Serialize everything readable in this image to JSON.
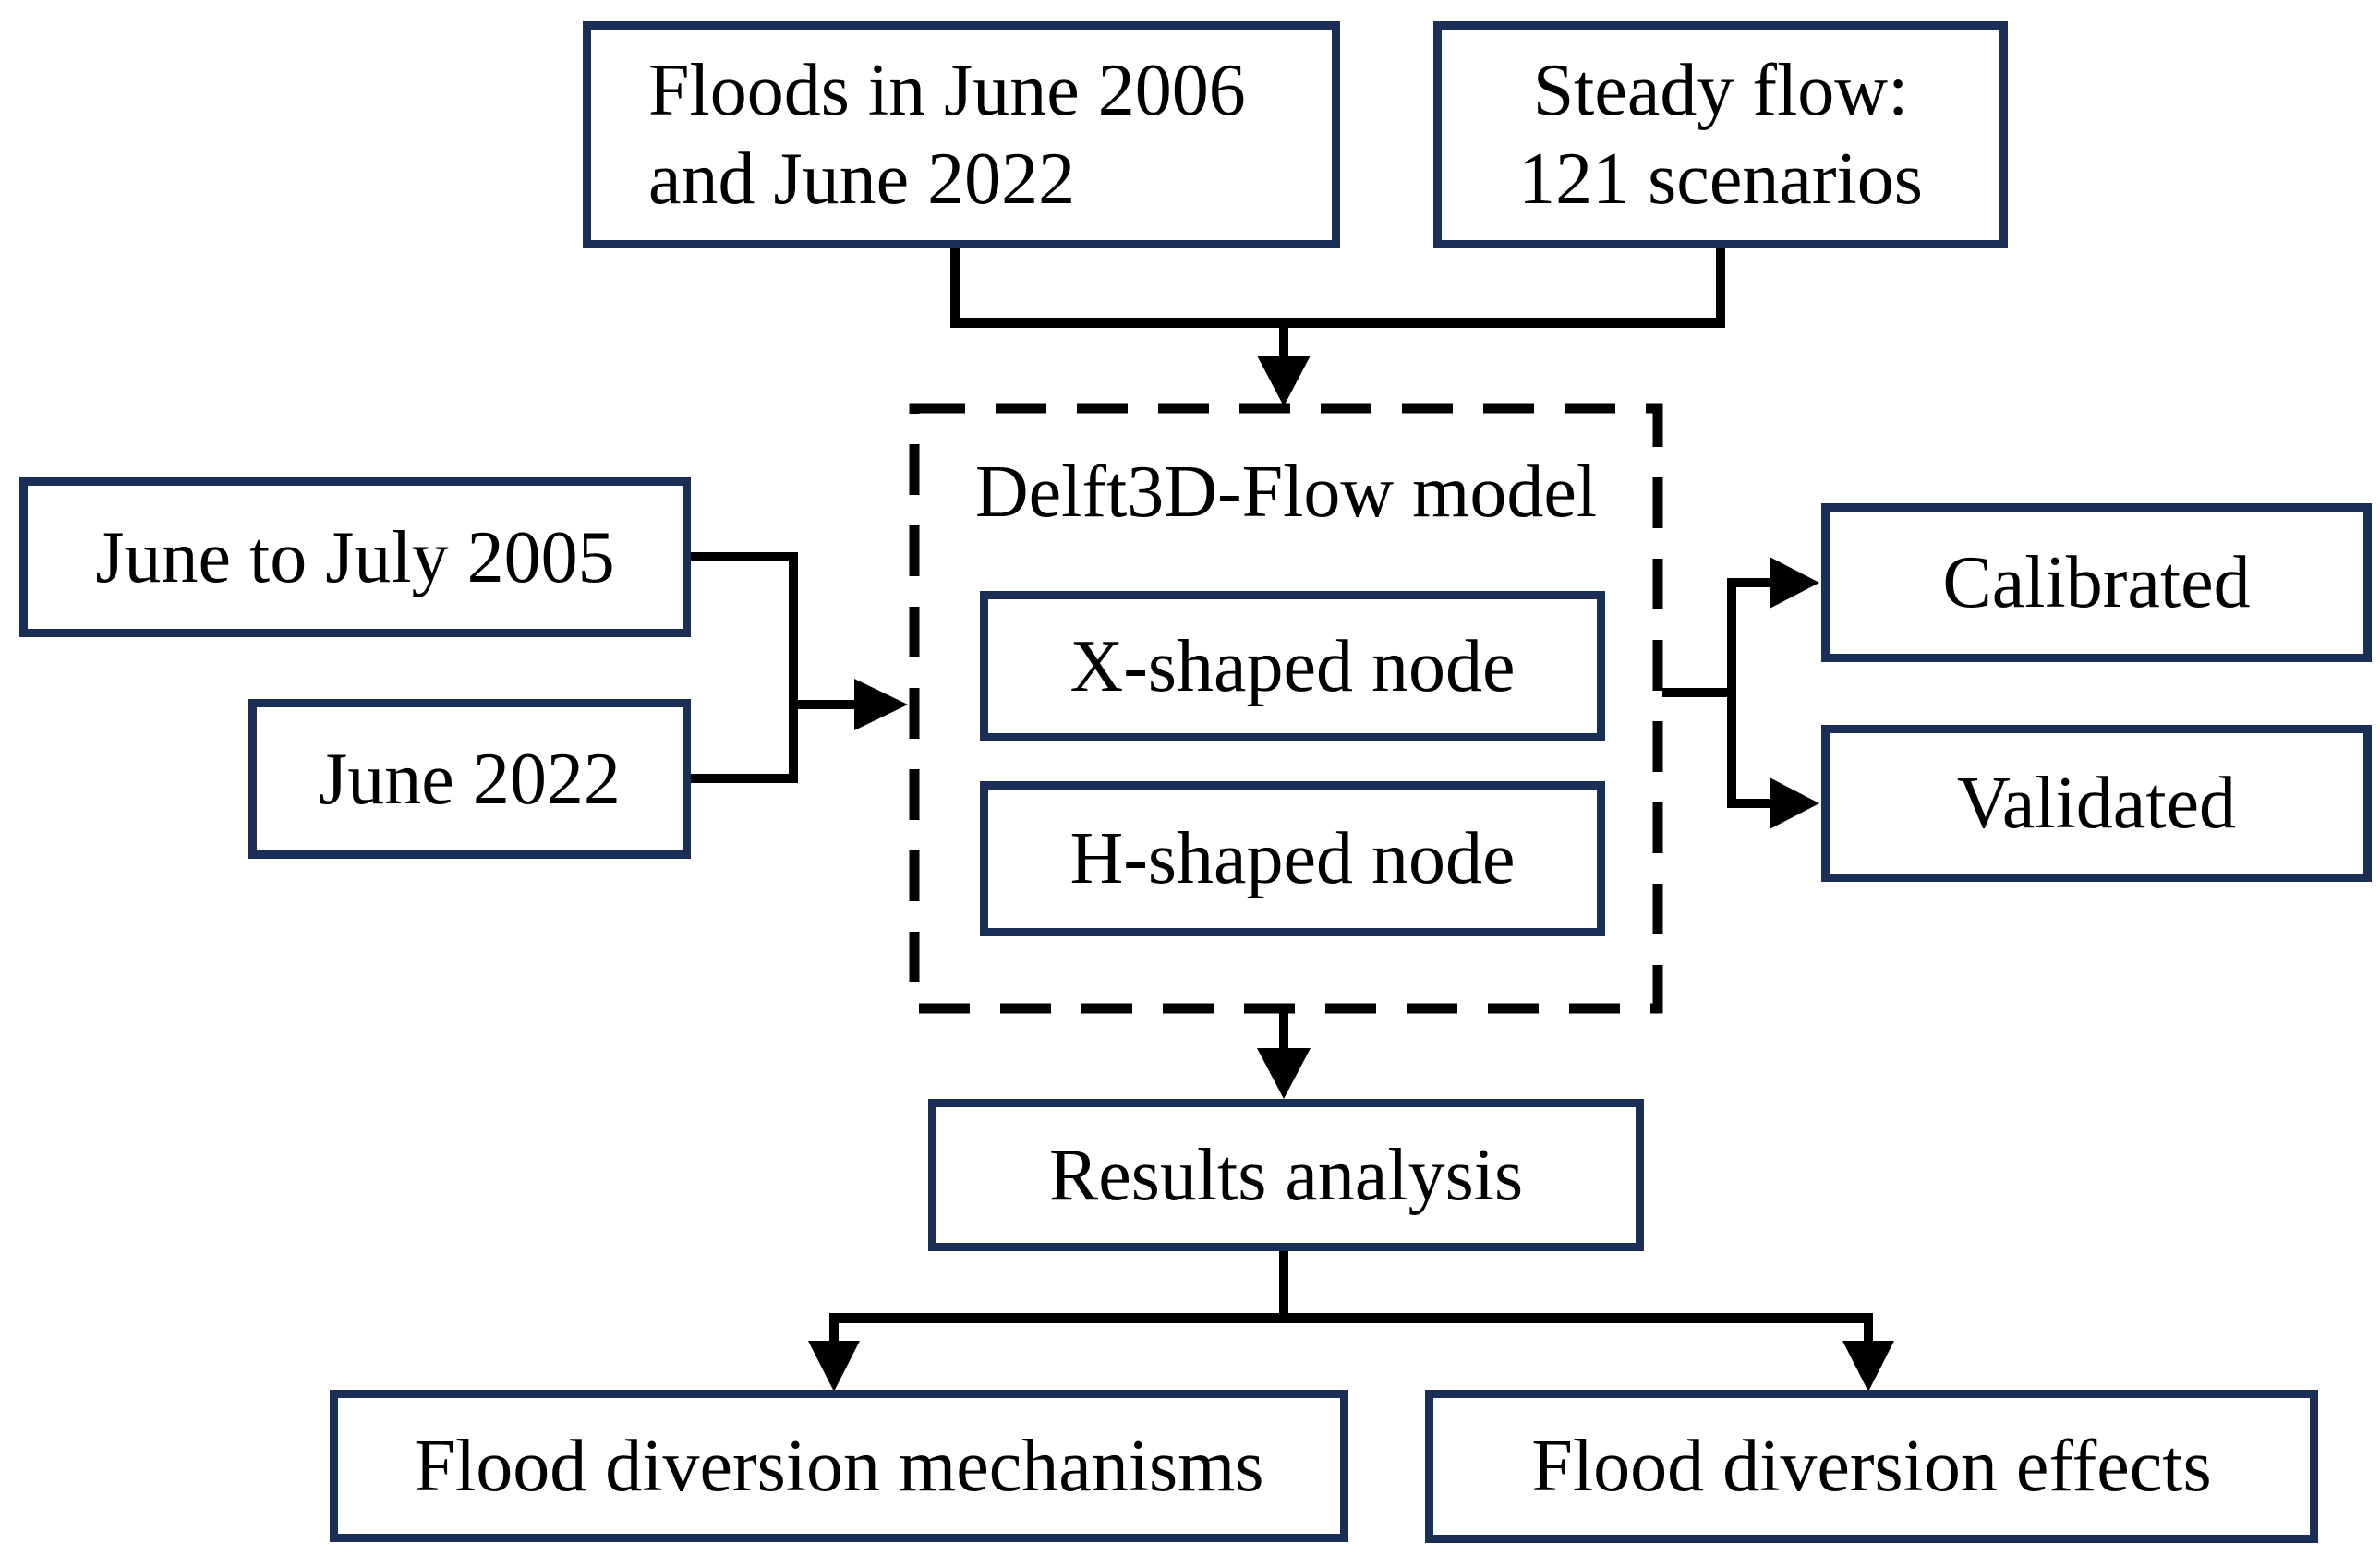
{
  "diagram": {
    "type": "flowchart",
    "inputs_top": {
      "floods": {
        "line1": "Floods in June 2006",
        "line2": "and June 2022"
      },
      "steady_flow": {
        "line1": "Steady flow:",
        "line2": "121 scenarios"
      }
    },
    "calibration_inputs": {
      "june_july_2005": "June to July 2005",
      "june_2022": "June 2022"
    },
    "model": {
      "title": "Delft3D-Flow model",
      "x_node": "X-shaped node",
      "h_node": "H-shaped node"
    },
    "model_outputs": {
      "calibrated": "Calibrated",
      "validated": "Validated"
    },
    "results": "Results analysis",
    "outcomes": {
      "mechanisms": "Flood diversion mechanisms",
      "effects": "Flood diversion effects"
    },
    "colors": {
      "box_border": "#1b2e55",
      "connector": "#000000",
      "text": "#000000",
      "background": "#ffffff"
    }
  }
}
